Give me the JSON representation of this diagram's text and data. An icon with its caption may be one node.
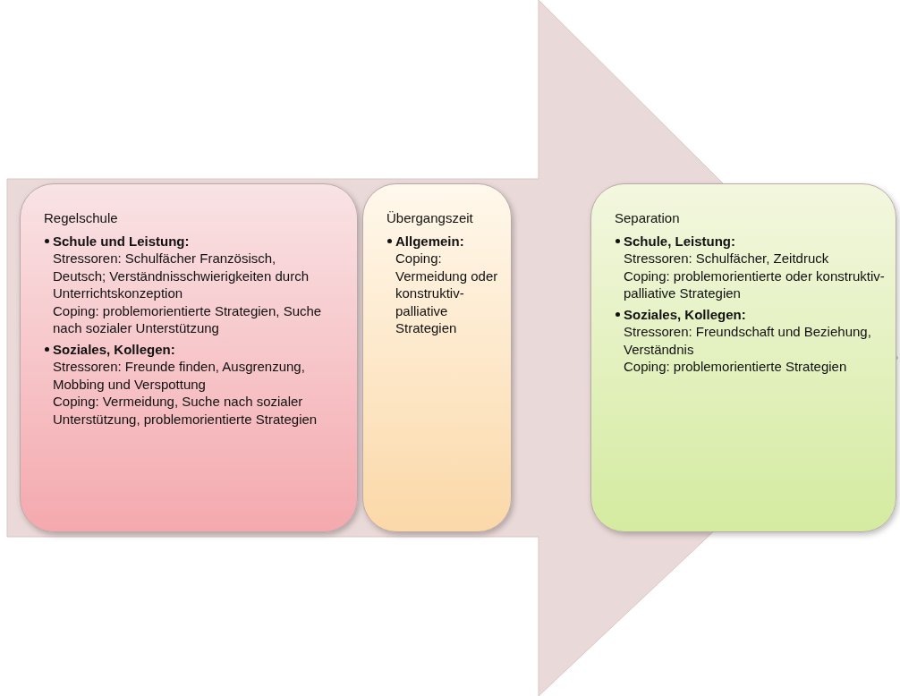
{
  "diagram": {
    "nodes": [
      {
        "text": [
          "Regelschule",
          "Schule und Leistung:",
          "Stressoren: Schulfächer Französisch, Deutsch; Verständnisschwierigkeiten durch Unterrichtskonzeption",
          "Coping: problemorientierte Strategien, Suche nach sozialer Unterstützung",
          "Soziales, Kollegen:",
          "Stressoren: Freunde finden, Ausgrenzung, Mobbing und Verspottung",
          "Coping: Vermeidung, Suche nach sozialer Unterstützung, problemorientierte Strategien"
        ]
      },
      {
        "text": [
          "Übergangszeit",
          "Allgemein:",
          "Coping: Vermeidung oder konstruktiv-palliative Strategien"
        ]
      },
      {
        "text": [
          "Separation",
          "Schule, Leistung:",
          "Stressoren: Schulfächer, Zeitdruck",
          "Coping: problemorientierte oder konstruktiv-palliative Strategien",
          "Soziales, Kollegen:",
          "Stressoren: Freundschaft und Beziehung, Verständnis",
          "Coping: problemorientierte Strategien"
        ]
      }
    ],
    "edges": [
      {
        "from": 0,
        "to": 2,
        "arrow": "to"
      }
    ]
  }
}
